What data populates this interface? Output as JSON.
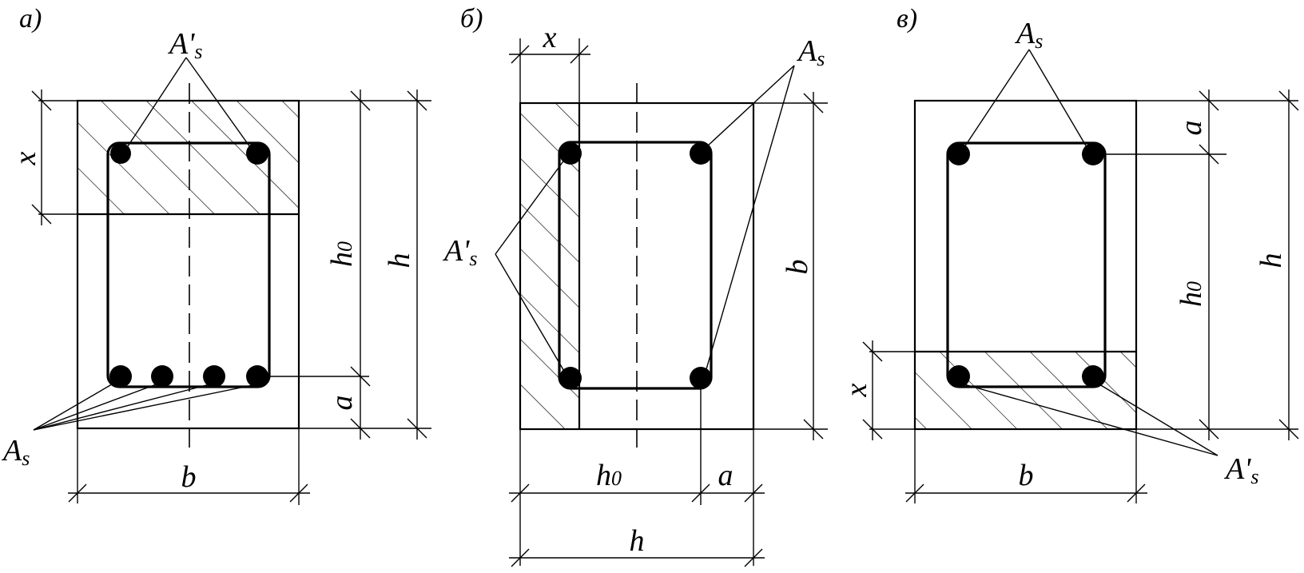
{
  "panels": [
    {
      "label": "а)",
      "labels": {
        "top_bars": "A'",
        "top_bars_sub": "s",
        "bottom_bars": "A",
        "bottom_bars_sub": "s",
        "x": "x",
        "h0": "h",
        "h0_sub": "0",
        "h": "h",
        "a": "a",
        "b": "b"
      }
    },
    {
      "label": "б)",
      "labels": {
        "x": "x",
        "right_bars": "A",
        "right_bars_sub": "s",
        "left_bars": "A'",
        "left_bars_sub": "s",
        "b": "b",
        "h0": "h",
        "h0_sub": "0",
        "a": "a",
        "h": "h"
      }
    },
    {
      "label": "в)",
      "labels": {
        "top_bars": "A",
        "top_bars_sub": "s",
        "a": "a",
        "h0": "h",
        "h0_sub": "0",
        "h": "h",
        "x": "x",
        "b": "b",
        "bottom_bars": "A'",
        "bottom_bars_sub": "s"
      }
    }
  ],
  "colors": {
    "line": "#000000",
    "background": "#ffffff"
  }
}
